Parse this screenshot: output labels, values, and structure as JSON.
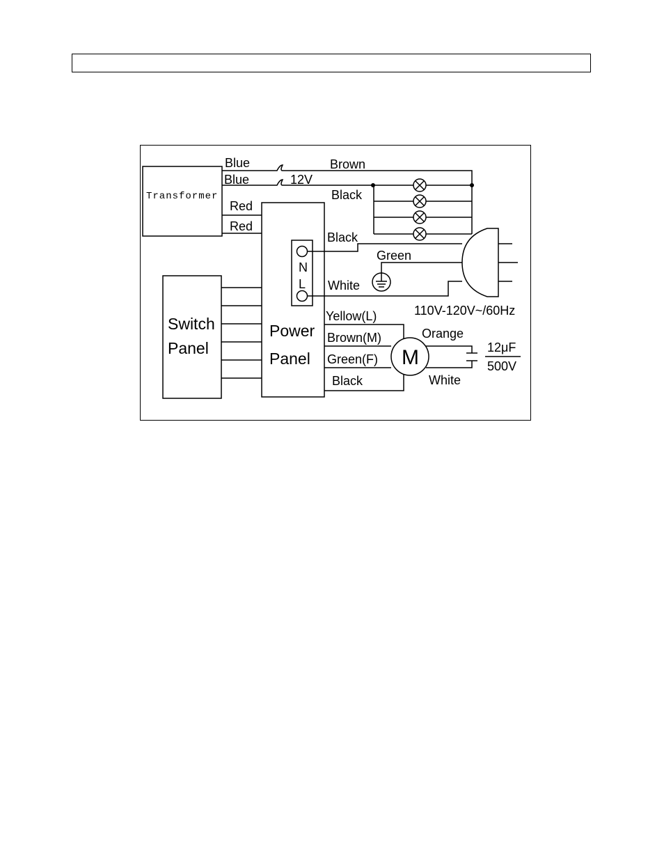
{
  "diagram": {
    "components": {
      "transformer": "Transformer",
      "switch_panel_line1": "Switch",
      "switch_panel_line2": "Panel",
      "power_panel_line1": "Power",
      "power_panel_line2": "Panel",
      "terminal_n": "N",
      "terminal_l": "L",
      "motor": "M",
      "capacitor_value": "12μF",
      "capacitor_voltage": "500V",
      "supply": "110V-120V~/60Hz",
      "voltage_12v": "12V"
    },
    "wires": {
      "blue_1": "Blue",
      "blue_2": "Blue",
      "brown_lamp": "Brown",
      "black_lamp": "Black",
      "red_1": "Red",
      "red_2": "Red",
      "black_n": "Black",
      "green_ground": "Green",
      "white_l": "White",
      "yellow_low": "Yellow(L)",
      "brown_med": "Brown(M)",
      "green_fast": "Green(F)",
      "black_motor": "Black",
      "orange_cap": "Orange",
      "white_cap": "White"
    }
  }
}
